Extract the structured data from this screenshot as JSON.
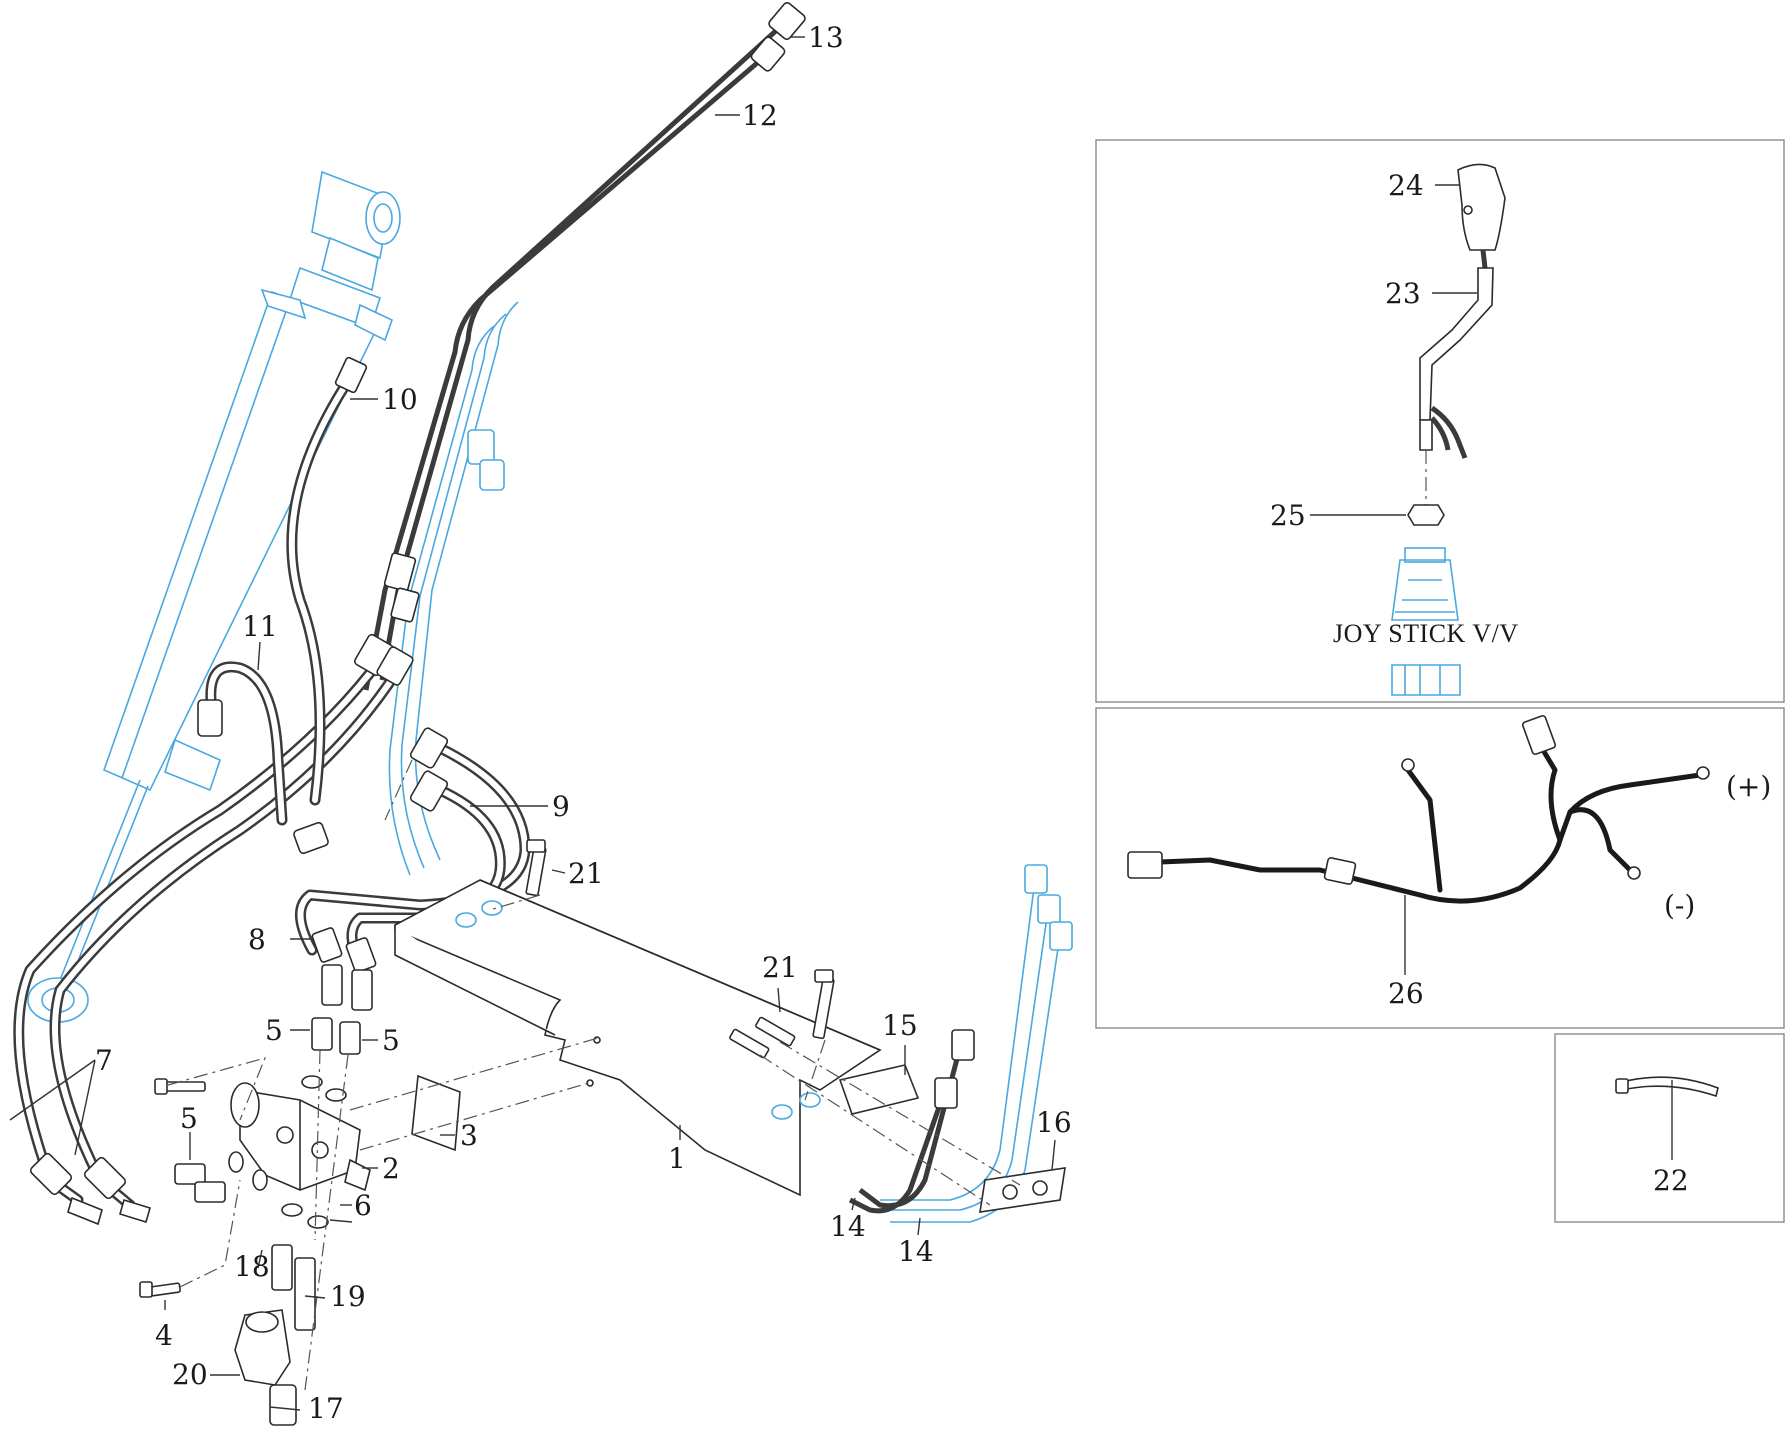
{
  "callouts": [
    {
      "id": "1",
      "text": "1"
    },
    {
      "id": "2",
      "text": "2"
    },
    {
      "id": "3",
      "text": "3"
    },
    {
      "id": "4",
      "text": "4"
    },
    {
      "id": "5a",
      "text": "5"
    },
    {
      "id": "5b",
      "text": "5"
    },
    {
      "id": "5c",
      "text": "5"
    },
    {
      "id": "6",
      "text": "6"
    },
    {
      "id": "7",
      "text": "7"
    },
    {
      "id": "8",
      "text": "8"
    },
    {
      "id": "9",
      "text": "9"
    },
    {
      "id": "10",
      "text": "10"
    },
    {
      "id": "11",
      "text": "11"
    },
    {
      "id": "12",
      "text": "12"
    },
    {
      "id": "13",
      "text": "13"
    },
    {
      "id": "14a",
      "text": "14"
    },
    {
      "id": "14b",
      "text": "14"
    },
    {
      "id": "15",
      "text": "15"
    },
    {
      "id": "16",
      "text": "16"
    },
    {
      "id": "17",
      "text": "17"
    },
    {
      "id": "18",
      "text": "18"
    },
    {
      "id": "19",
      "text": "19"
    },
    {
      "id": "20",
      "text": "20"
    },
    {
      "id": "21a",
      "text": "21"
    },
    {
      "id": "21b",
      "text": "21"
    },
    {
      "id": "22",
      "text": "22"
    },
    {
      "id": "23",
      "text": "23"
    },
    {
      "id": "24",
      "text": "24"
    },
    {
      "id": "25",
      "text": "25"
    },
    {
      "id": "26",
      "text": "26"
    }
  ],
  "joystick_panel": {
    "caption": "JOY STICK V/V"
  },
  "harness_panel": {
    "positive_label": "(+)",
    "negative_label": "(-)"
  },
  "colors": {
    "line": "#2b2b2b",
    "reference_part": "#4aa8e0",
    "background": "#ffffff"
  }
}
